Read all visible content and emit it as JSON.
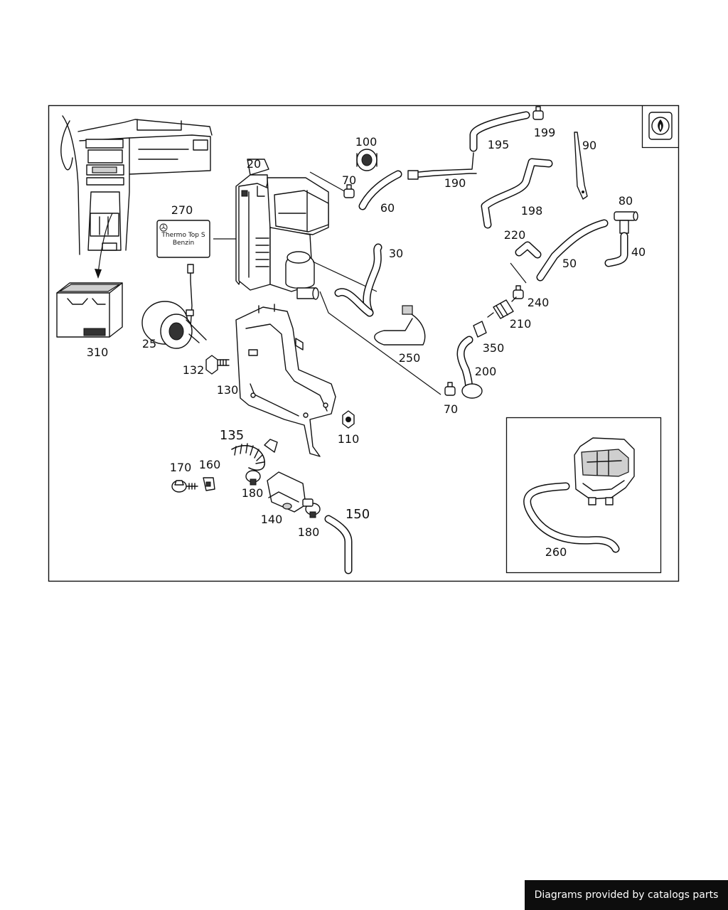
{
  "diagram": {
    "labels": {
      "p20": "20",
      "p25": "25",
      "p30": "30",
      "p40": "40",
      "p50": "50",
      "p60": "60",
      "p70a": "70",
      "p70b": "70",
      "p80": "80",
      "p90": "90",
      "p100": "100",
      "p110": "110",
      "p130": "130",
      "p132": "132",
      "p135": "135",
      "p140": "140",
      "p150": "150",
      "p160": "160",
      "p170": "170",
      "p180a": "180",
      "p180b": "180",
      "p190": "190",
      "p195": "195",
      "p198": "198",
      "p199": "199",
      "p200": "200",
      "p210": "210",
      "p220": "220",
      "p240": "240",
      "p250": "250",
      "p260": "260",
      "p270": "270",
      "p310": "310",
      "p350": "350"
    },
    "sticker": {
      "line1": "Thermo Top S",
      "line2": "Benzin"
    },
    "corner_icon": "heater-flame-icon"
  },
  "footer": {
    "credit": "Diagrams provided by catalogs parts"
  }
}
